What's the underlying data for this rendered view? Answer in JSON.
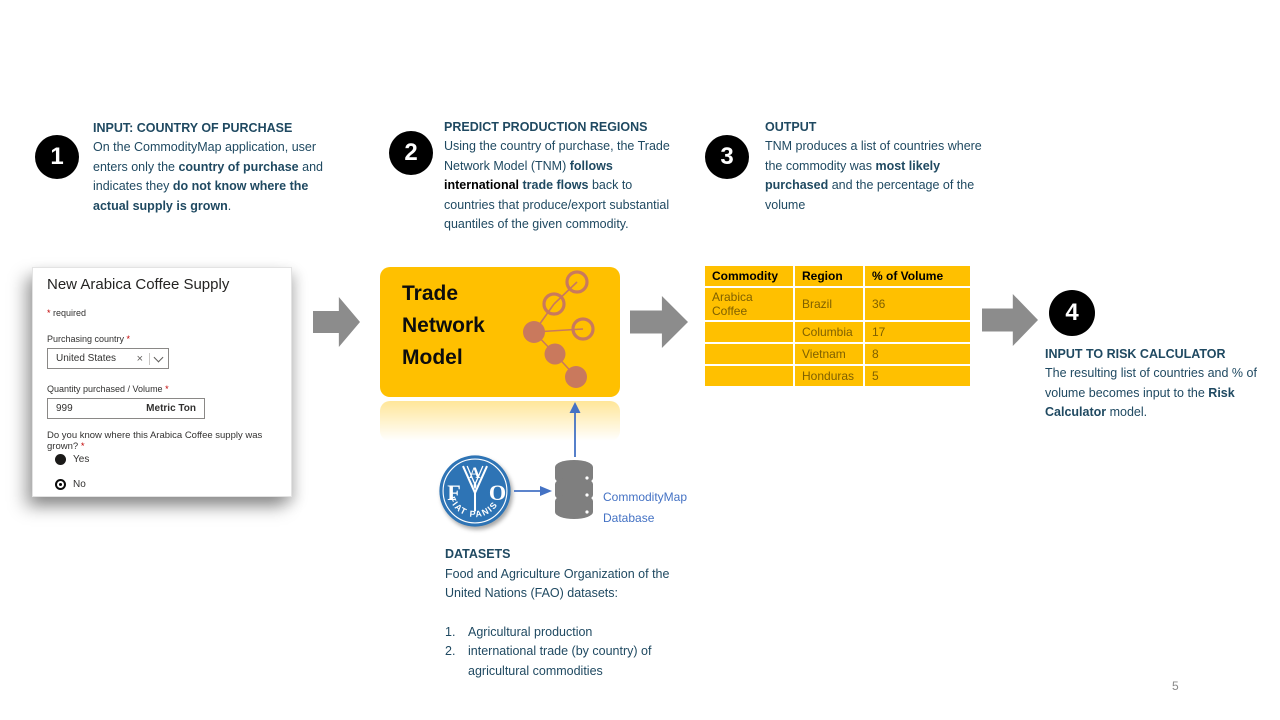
{
  "colors": {
    "accent_yellow": "#FFC000",
    "navy_text": "#1F4961",
    "coral_node": "#C9795D",
    "arrow_gray": "#8C8C8C",
    "fao_blue": "#2E74B5",
    "db_gray": "#7F7F7F",
    "link_blue": "#4472C4",
    "table_row_text": "#7F6000",
    "asterisk_red": "#C00000"
  },
  "steps": [
    {
      "number": "1",
      "heading": "INPUT: COUNTRY OF PURCHASE",
      "body": [
        {
          "t": "On the CommodityMap  application, user enters only the "
        },
        {
          "t": "country of purchase",
          "b": true
        },
        {
          "t": " and indicates they "
        },
        {
          "t": "do not know where the actual supply is grown",
          "b": true
        },
        {
          "t": "."
        }
      ]
    },
    {
      "number": "2",
      "heading": "PREDICT PRODUCTION REGIONS",
      "body": [
        {
          "t": "Using the country of purchase, the Trade Network Model (TNM) "
        },
        {
          "t": "follows ",
          "b": true
        },
        {
          "t": "international ",
          "b": true,
          "dark": true
        },
        {
          "t": "trade flows",
          "b": true
        },
        {
          "t": " back to countries that produce/export  substantial quantiles of the given commodity."
        }
      ]
    },
    {
      "number": "3",
      "heading": "OUTPUT",
      "body": [
        {
          "t": "TNM produces a list of countries where the commodity  was "
        },
        {
          "t": "most likely purchased",
          "b": true
        },
        {
          "t": " and the percentage of the volume"
        }
      ]
    },
    {
      "number": "4",
      "heading": "INPUT TO RISK CALCULATOR",
      "body": [
        {
          "t": "The resulting list of countries and % of volume becomes input to the "
        },
        {
          "t": "Risk Calculator",
          "b": true
        },
        {
          "t": " model."
        }
      ]
    }
  ],
  "form": {
    "title": "New Arabica Coffee Supply",
    "required_note": {
      "asterisk": "*",
      "text": "required"
    },
    "country_field": {
      "label": "Purchasing country ",
      "asterisk": "*",
      "value": "United States",
      "clear_icon": "×"
    },
    "quantity_field": {
      "label": "Quantity purchased / Volume ",
      "asterisk": "*",
      "value": "999",
      "unit": "Metric Ton"
    },
    "question": {
      "text": "Do you know where this Arabica Coffee supply was grown? ",
      "asterisk": "*"
    },
    "options": [
      {
        "label": "Yes",
        "selected": false
      },
      {
        "label": "No",
        "selected": true
      }
    ]
  },
  "tnm": {
    "line1": "Trade",
    "line2": "Network",
    "line3": "Model"
  },
  "table": {
    "headers": [
      "Commodity",
      "Region",
      "% of Volume"
    ],
    "rows": [
      [
        "Arabica Coffee",
        "Brazil",
        "36"
      ],
      [
        "",
        "Columbia",
        "17"
      ],
      [
        "",
        "Vietnam",
        "8"
      ],
      [
        "",
        "Honduras",
        "5"
      ]
    ]
  },
  "datasets": {
    "heading": "DATASETS",
    "intro": "Food and Agriculture Organization of the United Nations (FAO) datasets:",
    "items": [
      {
        "num": "1.",
        "text": "Agricultural production"
      },
      {
        "num": "2.",
        "text": "international trade (by country)  of agricultural commodities"
      }
    ]
  },
  "fao": {
    "letter_f": "F",
    "letter_a": "A",
    "letter_o": "O",
    "motto": "FIAT      PANIS"
  },
  "database": {
    "label_line1": "CommodityMap",
    "label_line2": "Database"
  },
  "page": {
    "number": "5"
  }
}
